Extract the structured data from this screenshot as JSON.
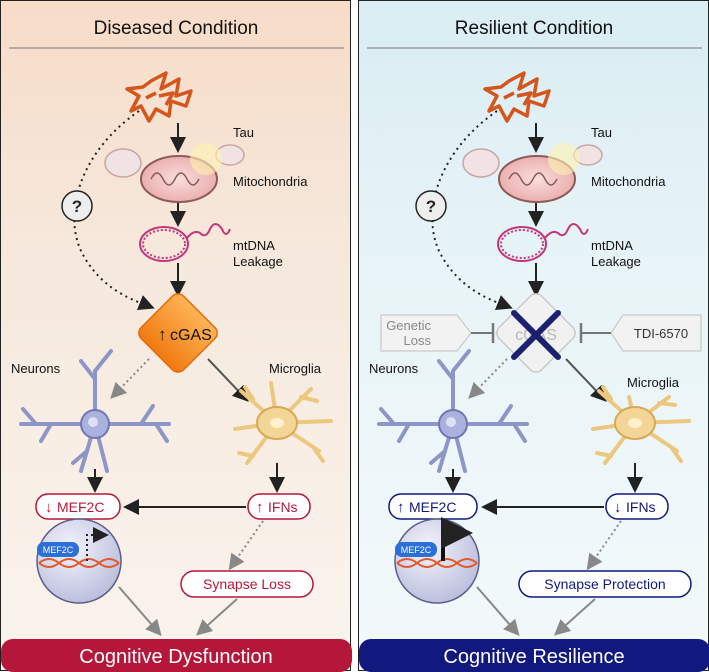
{
  "left": {
    "title": "Diseased Condition",
    "tau": "Tau",
    "mitochondria": "Mitochondria",
    "mtdna_line1": "mtDNA",
    "mtdna_line2": "Leakage",
    "question": "?",
    "cgas": "cGAS",
    "neurons": "Neurons",
    "microglia": "Microglia",
    "mef2c": "MEF2C",
    "ifns": "IFNs",
    "nucleus_protein": "MEF2C",
    "synapse": "Synapse Loss",
    "outcome": "Cognitive Dysfunction"
  },
  "right": {
    "title": "Resilient Condition",
    "tau": "Tau",
    "mitochondria": "Mitochondria",
    "mtdna_line1": "mtDNA",
    "mtdna_line2": "Leakage",
    "question": "?",
    "cgas": "cGAS",
    "genetic_line1": "Genetic",
    "genetic_line2": "Loss",
    "inhibitor": "TDI-6570",
    "neurons": "Neurons",
    "microglia": "Microglia",
    "mef2c": "MEF2C",
    "ifns": "IFNs",
    "nucleus_protein": "MEF2C",
    "synapse": "Synapse Protection",
    "outcome": "Cognitive Resilience"
  },
  "colors": {
    "diseased_accent": "#b5173a",
    "resilient_accent": "#11187e",
    "cgas_orange": "#f08a22",
    "tau_orange": "#d4561c",
    "neuron_blue": "#8e96c8",
    "microglia_yellow": "#ecc77e"
  }
}
